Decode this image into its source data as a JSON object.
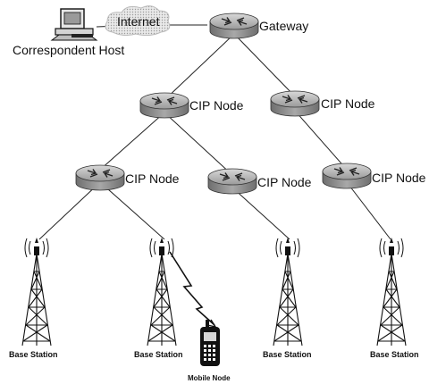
{
  "diagram": {
    "title": "",
    "labels": {
      "internet": "Internet",
      "gateway": "Gateway",
      "correspondent_host": "Correspondent Host",
      "cip_node_1": "CIP Node",
      "cip_node_2": "CIP Node",
      "cip_node_3": "CIP Node",
      "cip_node_4": "CIP Node",
      "cip_node_5": "CIP Node",
      "base_station_1": "Base Station",
      "base_station_2": "Base Station",
      "base_station_3": "Base Station",
      "base_station_4": "Base Station",
      "mobile_node": "Mobile Node"
    },
    "icons": [
      "computer-icon",
      "cloud-icon",
      "router-icon",
      "antenna-tower-icon",
      "mobile-phone-icon",
      "lightning-bolt-icon"
    ]
  }
}
